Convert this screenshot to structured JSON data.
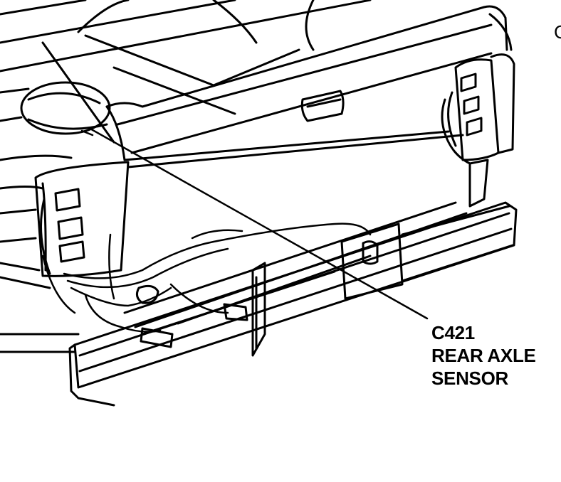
{
  "callout": {
    "connector_id": "C421",
    "line2": "REAR AXLE",
    "line3": "SENSOR"
  },
  "edge_glyph": "C",
  "colors": {
    "ink": "#000000",
    "paper": "#ffffff"
  }
}
